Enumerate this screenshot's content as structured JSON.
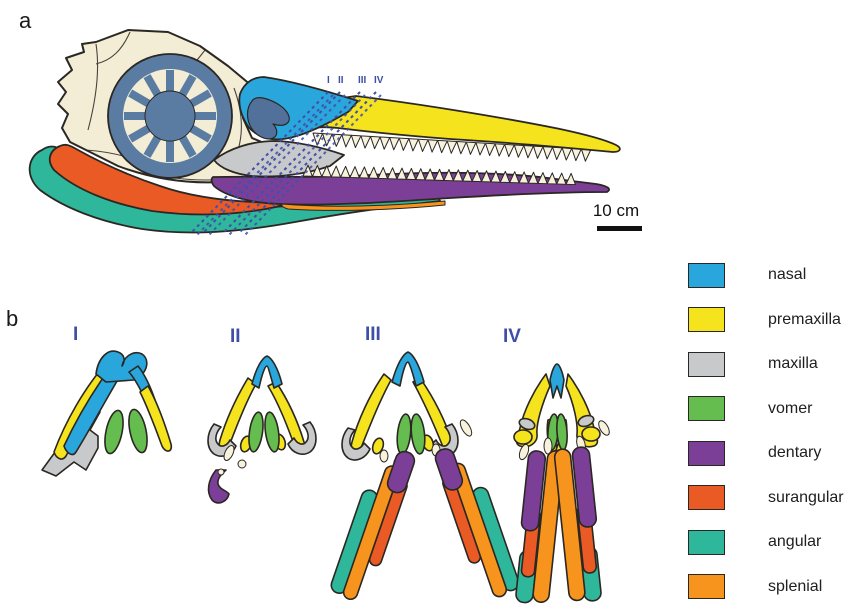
{
  "figure": {
    "panel_a_label": "a",
    "panel_b_label": "b",
    "scale_bar_label": "10 cm",
    "section_line_labels": [
      "I",
      "II",
      "III",
      "IV"
    ],
    "cross_section_labels": [
      "I",
      "II",
      "III",
      "IV"
    ]
  },
  "legend": {
    "items": [
      {
        "key": "nasal",
        "label": "nasal",
        "color": "#29A7DD"
      },
      {
        "key": "premaxilla",
        "label": "premaxilla",
        "color": "#F5E31E"
      },
      {
        "key": "maxilla",
        "label": "maxilla",
        "color": "#C8C9CB"
      },
      {
        "key": "vomer",
        "label": "vomer",
        "color": "#66BD4F"
      },
      {
        "key": "dentary",
        "label": "dentary",
        "color": "#7C3F98"
      },
      {
        "key": "surangular",
        "label": "surangular",
        "color": "#EA5A25"
      },
      {
        "key": "angular",
        "label": "angular",
        "color": "#2FB79B"
      },
      {
        "key": "splenial",
        "label": "splenial",
        "color": "#F7941D"
      }
    ]
  },
  "colors": {
    "background": "#FFFFFF",
    "bone": "#F3EDD6",
    "sclerotic": "#5A7CA3",
    "naris": "#51719B",
    "outline": "#2B2722",
    "teeth": "#F7F2DC",
    "section_line": "#4050A8",
    "section_label": "#3E4FA5",
    "text": "#1A1A1A"
  }
}
